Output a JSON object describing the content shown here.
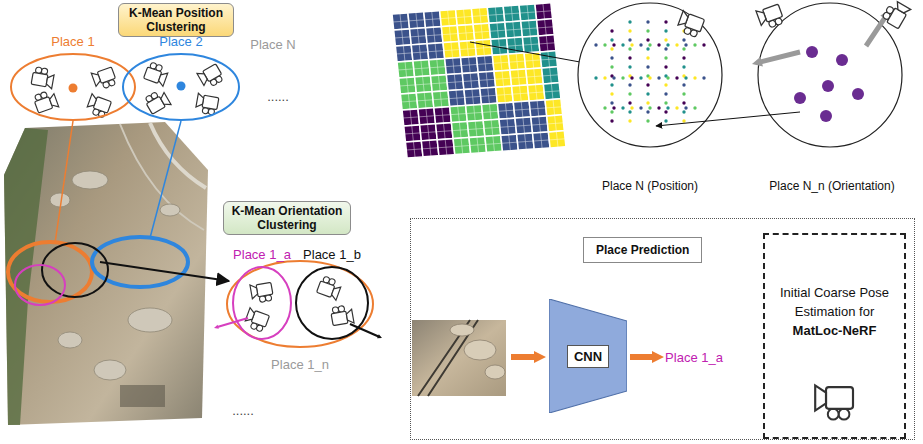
{
  "diagram": {
    "nodes": [
      {
        "text": [
          "K-Mean Position Clustering"
        ]
      },
      {
        "text": [
          "Place 1"
        ]
      },
      {
        "text": [
          "Place 2"
        ]
      },
      {
        "text": [
          "K-Mean Orientation Clustering"
        ]
      },
      {
        "text": [
          "Place 1_a"
        ]
      },
      {
        "text": [
          "Place 1_b"
        ]
      },
      {
        "text": [
          "Place Prediction"
        ]
      },
      {
        "text": [
          "CNN"
        ],
        "in": 6
      },
      {
        "text": [
          "Initial Coarse Pose Estimation for",
          "MatLoc-NeRF"
        ],
        "in": 6
      }
    ],
    "labels": [
      "Place N",
      "......",
      "Place 1_n",
      "......",
      "Place N (Position)",
      "Place N_n (Orientation)",
      "Place 1_a"
    ]
  }
}
